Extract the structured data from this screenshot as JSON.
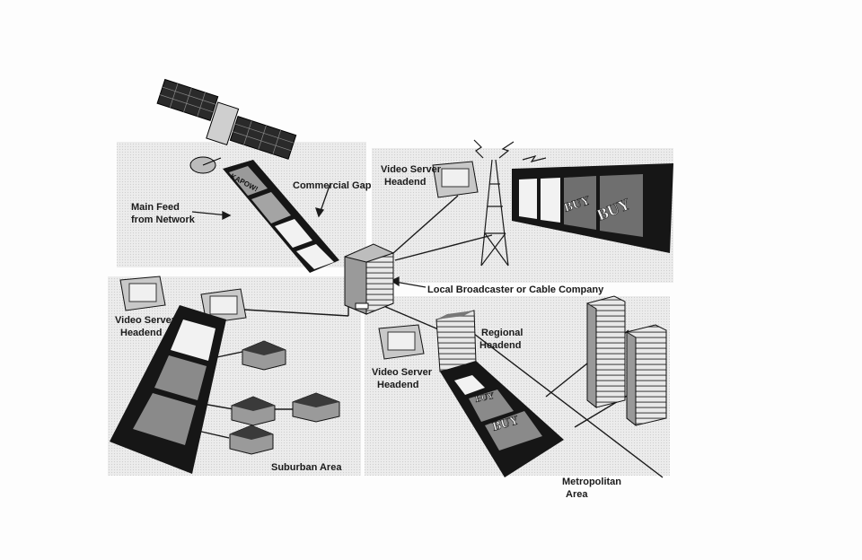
{
  "labels": {
    "main_feed_1": "Main Feed",
    "main_feed_2": "from Network",
    "commercial_gap": "Commercial Gap",
    "video_server_top_1": "Video Server",
    "video_server_top_2": "Headend",
    "local_broadcaster": "Local Broadcaster or Cable Company",
    "video_server_left_1": "Video Server",
    "video_server_left_2": "Headend",
    "suburban_area": "Suburban Area",
    "video_server_right_1": "Video Server",
    "video_server_right_2": "Headend",
    "regional_headend_1": "Regional",
    "regional_headend_2": "Headend",
    "metropolitan_1": "Metropolitan",
    "metropolitan_2": "Area"
  },
  "frame_text": {
    "buy": "BUY",
    "kapow": "KAPOW!"
  },
  "colors": {
    "panel": "#e6e6e6",
    "ink": "#1a1a1a",
    "film": "#161616",
    "frame_dark": "#6f6f6f"
  }
}
